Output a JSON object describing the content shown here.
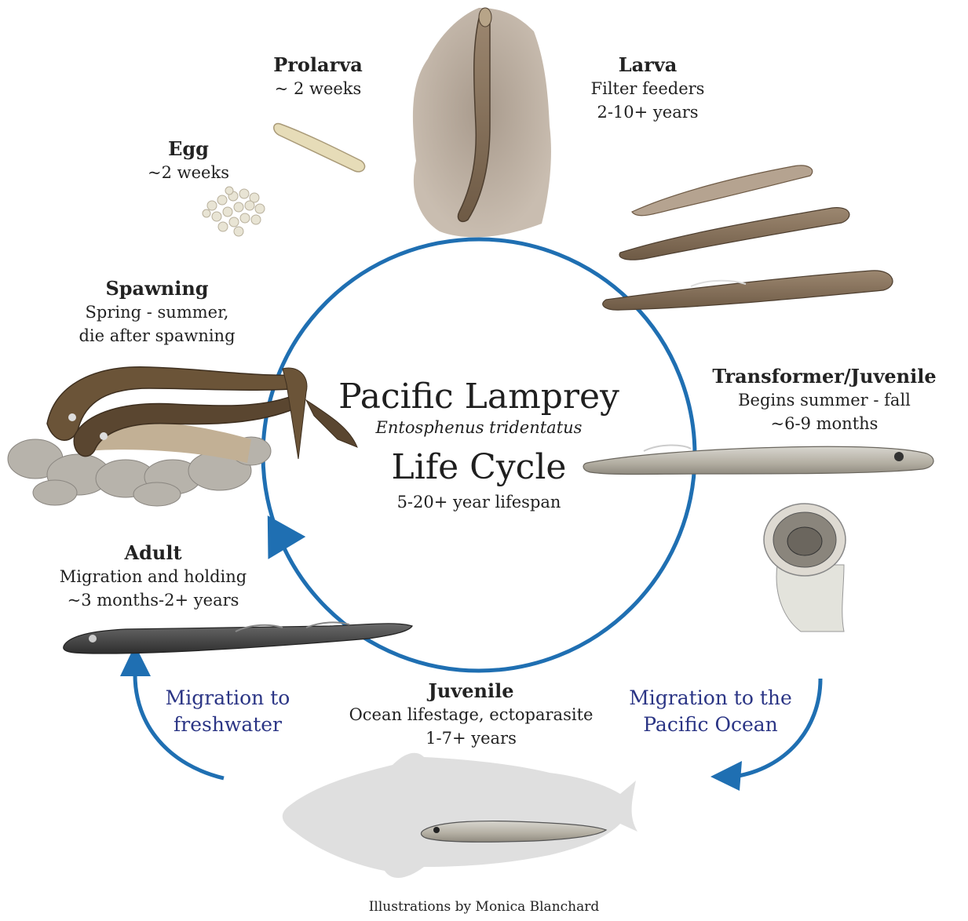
{
  "center": {
    "title": "Pacific Lamprey",
    "species": "Entosphenus tridentatus",
    "subtitle": "Life Cycle",
    "lifespan": "5-20+ year lifespan"
  },
  "stages": {
    "egg": {
      "title": "Egg",
      "lines": [
        "~2 weeks"
      ]
    },
    "prolarva": {
      "title": "Prolarva",
      "lines": [
        "~ 2 weeks"
      ]
    },
    "larva": {
      "title": "Larva",
      "lines": [
        "Filter feeders",
        "2-10+ years"
      ]
    },
    "transformer": {
      "title": "Transformer/Juvenile",
      "lines": [
        "Begins summer - fall",
        "~6-9 months"
      ]
    },
    "juvenile": {
      "title": "Juvenile",
      "lines": [
        "Ocean lifestage, ectoparasite",
        "1-7+ years"
      ]
    },
    "adult": {
      "title": "Adult",
      "lines": [
        "Migration and holding",
        "~3 months-2+ years"
      ]
    },
    "spawning": {
      "title": "Spawning",
      "lines": [
        "Spring - summer,",
        "die after spawning"
      ]
    }
  },
  "migrations": {
    "to_ocean": [
      "Migration to the",
      "Pacific Ocean"
    ],
    "to_freshwater": [
      "Migration to",
      "freshwater"
    ]
  },
  "credit": "Illustrations by Monica Blanchard",
  "colors": {
    "cycle": "#1f6fb2",
    "migration_text": "#2b3585",
    "lamprey": "#7a6650",
    "adult_lamprey": "#4a4a4a"
  },
  "icons": [
    "egg-cluster",
    "prolarva",
    "larva-burrow",
    "transformer-series",
    "transformer-lamprey",
    "oral-disc",
    "host-fish",
    "ocean-juvenile-lamprey",
    "adult-lamprey",
    "spawning-pair"
  ]
}
